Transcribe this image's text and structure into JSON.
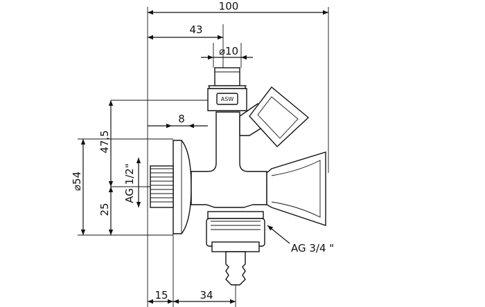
{
  "dimensions": {
    "overall_width": "100",
    "axis_to_stem": "43",
    "stem_diameter": "⌀10",
    "thread_length": "8",
    "height_upper": "47,5",
    "flange_diameter": "⌀54",
    "height_lower": "25",
    "inlet_thread": "AG 1/2\"",
    "offset_left": "15",
    "offset_right": "34"
  },
  "labels": {
    "outlet_thread": "AG 3/4 \"",
    "brand_stamp": "ASW"
  }
}
